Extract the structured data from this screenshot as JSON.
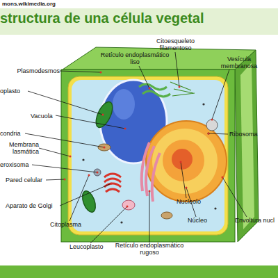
{
  "diagram": {
    "title": "structura de una célula vegetal",
    "labels": [
      "mons.wikimedia.org",
      "Citoesqueleto filamentoso",
      "Retículo endoplasmático liso",
      "Vesícula membranosa",
      "Plasmodesmos",
      "oplasto",
      "Vacuola",
      "condria",
      "Membrana lasmática",
      "eroxisoma",
      "Ribosoma",
      "Pared celular",
      "Aparato de Golgi",
      "Citoplasma",
      "Leucoplasto",
      "Retículo endoplasmático rugoso",
      "Nucleolo",
      "Núcleo",
      "Envoltura nucl"
    ]
  }
}
